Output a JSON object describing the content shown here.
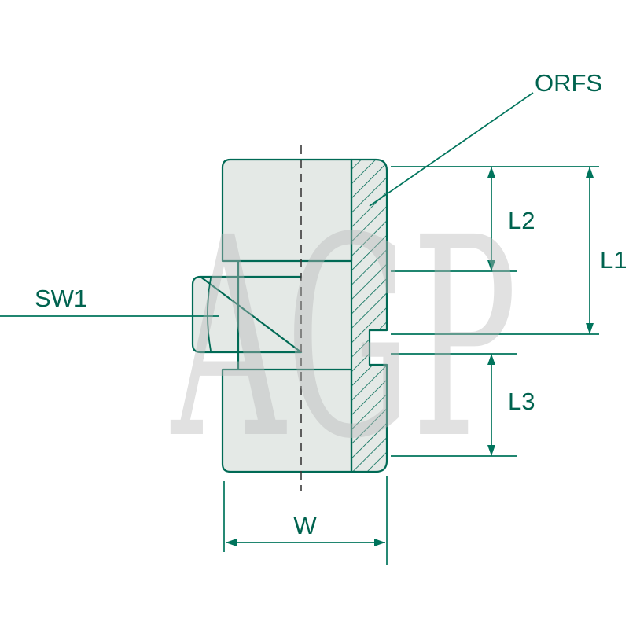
{
  "diagram": {
    "type": "technical-drawing",
    "subject": "hydraulic ORFS male stud fitting cross-section",
    "watermark": "AGP",
    "labels": {
      "orfs": "ORFS",
      "sw1": "SW1",
      "l1": "L1",
      "l2": "L2",
      "l3": "L3",
      "w": "W"
    },
    "colors": {
      "outline": "#006a55",
      "dimension": "#00745c",
      "text": "#00634f",
      "body_fill": "#e4e9e6",
      "centerline": "#3a3a3a",
      "watermark": "#b9b9b9",
      "background": "#ffffff"
    }
  }
}
